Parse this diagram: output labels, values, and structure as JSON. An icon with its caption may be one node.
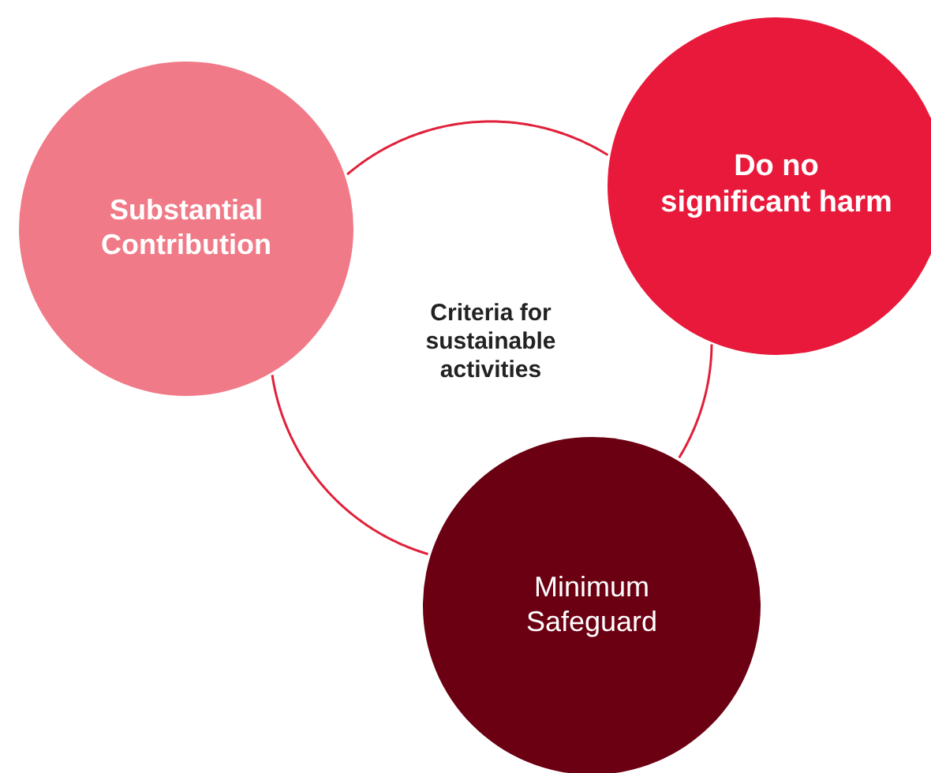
{
  "diagram": {
    "nodes": [
      {
        "text": [
          "Criteria for sustainable activities"
        ]
      },
      {
        "text": [
          "Substantial Contribution"
        ]
      },
      {
        "text": [
          "Do no significant harm"
        ]
      },
      {
        "text": [
          "Minimum Safeguard"
        ]
      }
    ]
  }
}
